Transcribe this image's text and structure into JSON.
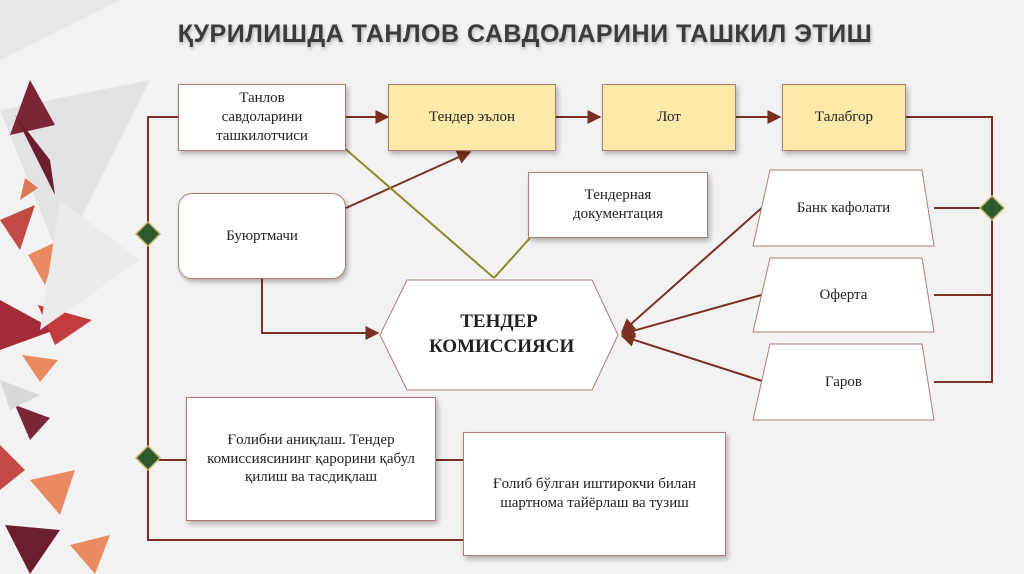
{
  "title": "ҚУРИЛИШДА ТАНЛОВ САВДОЛАРИНИ ТАШКИЛ ЭТИШ",
  "colors": {
    "connector": "#7a3020",
    "diagonal": "#8f8a28",
    "diamond": "#2e5b2e",
    "box_border": "#b07c74",
    "highlight_fill": "#fde9a8"
  },
  "nodes": {
    "organizer": "Танлов савдоларини ташкилотчиси",
    "tender_announcement": "Тендер эълон",
    "lot": "Лот",
    "applicant": "Талабгор",
    "customer": "Буюртмачи",
    "tender_documentation": "Тендерная документация",
    "bank_guarantee": "Банк кафолати",
    "offer": "Оферта",
    "pledge": "Гаров",
    "tender_commission": "ТЕНДЕР КОМИССИЯСИ",
    "winner_determination": "Ғолибни аниқлаш. Тендер комиссиясининг қарорини қабул қилиш ва тасдиқлаш",
    "contract": "Ғолиб бўлган иштирокчи билан шартнома тайёрлаш ва тузиш"
  }
}
